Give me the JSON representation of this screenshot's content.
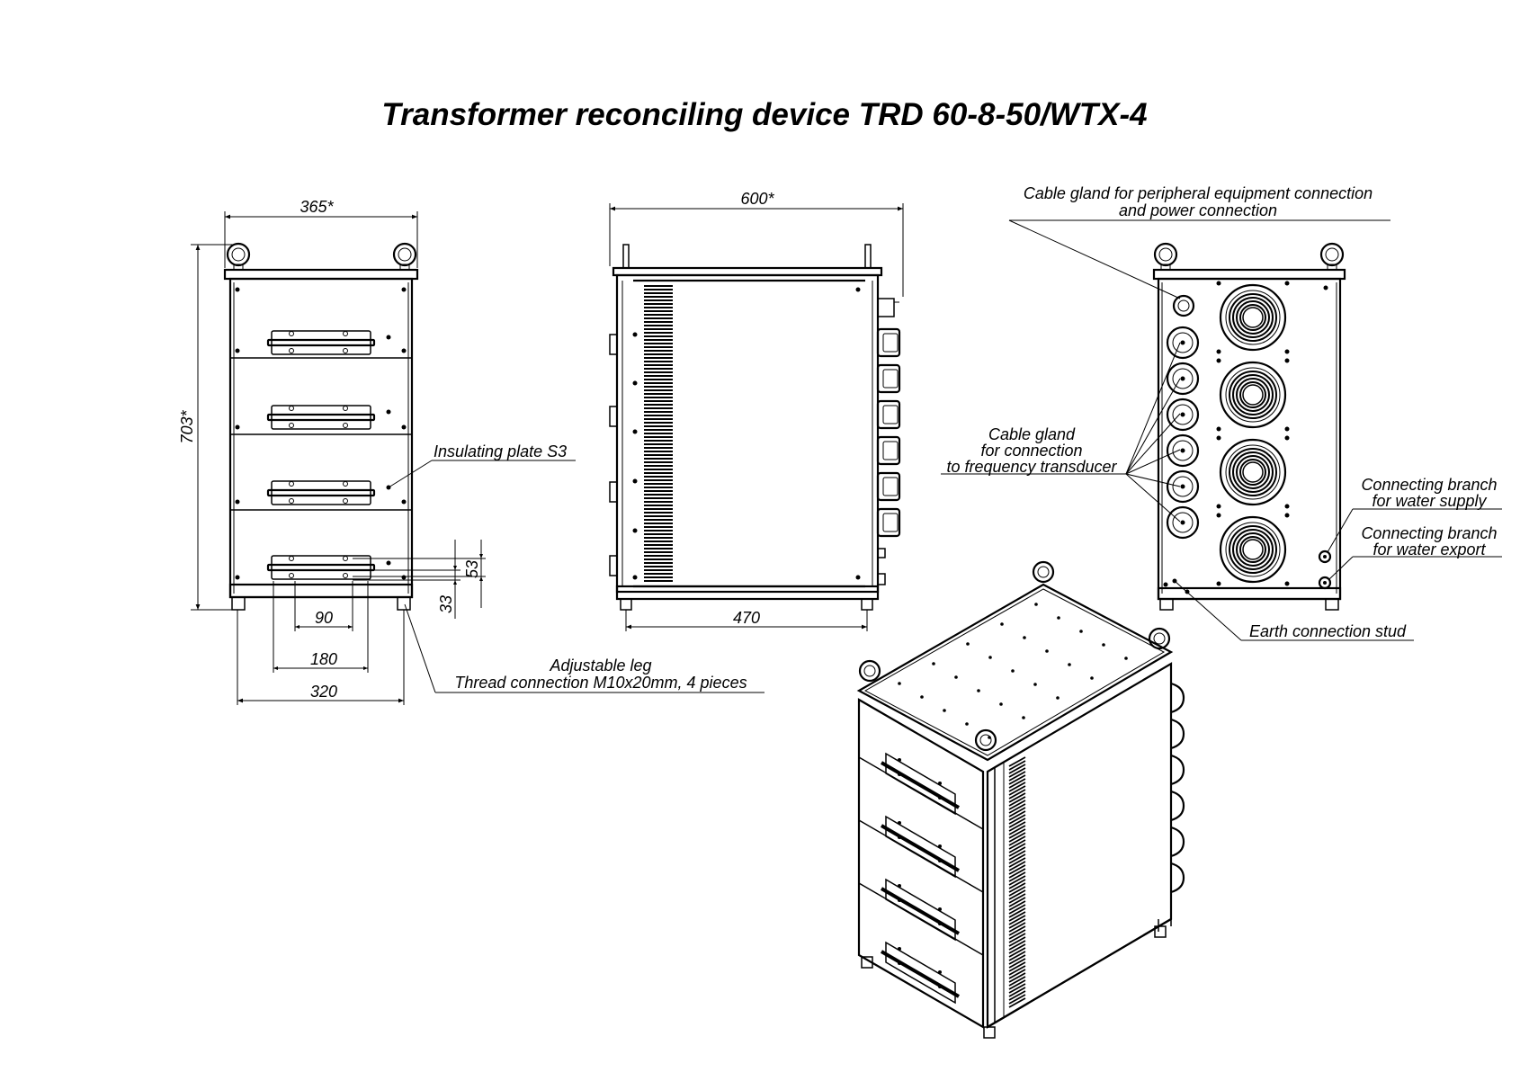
{
  "title": "Transformer reconciling device TRD  60-8-50/WTX-4",
  "front_view": {
    "dim_width_top": "365*",
    "dim_height": "703*",
    "dim_handle_53": "53",
    "dim_handle_33": "33",
    "dim_90": "90",
    "dim_180": "180",
    "dim_320": "320",
    "label_insulating_plate": "Insulating plate S3",
    "label_leg_line1": "Adjustable leg",
    "label_leg_line2": "Thread connection M10x20mm, 4 pieces"
  },
  "side_view": {
    "dim_width_top": "600*",
    "dim_base": "470"
  },
  "rear_view": {
    "label_cable_gland_power_line1": "Cable gland for peripheral equipment connection",
    "label_cable_gland_power_line2": "and power connection",
    "label_cable_gland_freq_line1": "Cable gland",
    "label_cable_gland_freq_line2": "for connection",
    "label_cable_gland_freq_line3": "to frequency transducer",
    "label_water_supply_line1": "Connecting branch",
    "label_water_supply_line2": "for water supply",
    "label_water_export_line1": "Connecting branch",
    "label_water_export_line2": "for water export",
    "label_earth_stud": "Earth connection stud"
  }
}
